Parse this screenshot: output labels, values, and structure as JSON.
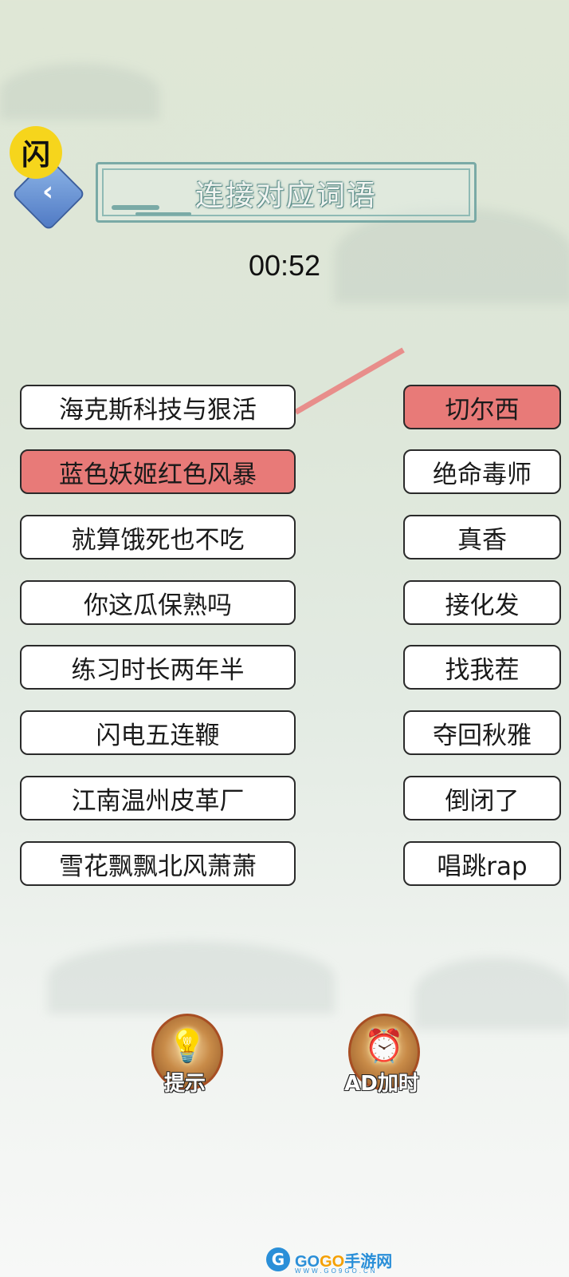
{
  "header": {
    "badge_glyph": "闪",
    "back_icon": "back-diamond-icon",
    "title": "连接对应词语"
  },
  "timer": "00:52",
  "colors": {
    "selected": "#e87a78",
    "link": "#e88e8b",
    "frame": "#7aaaa6"
  },
  "left_words": [
    {
      "label": "海克斯科技与狠活",
      "selected": false
    },
    {
      "label": "蓝色妖姬红色风暴",
      "selected": true
    },
    {
      "label": "就算饿死也不吃",
      "selected": false
    },
    {
      "label": "你这瓜保熟吗",
      "selected": false
    },
    {
      "label": "练习时长两年半",
      "selected": false
    },
    {
      "label": "闪电五连鞭",
      "selected": false
    },
    {
      "label": "江南温州皮革厂",
      "selected": false
    },
    {
      "label": "雪花飘飘北风萧萧",
      "selected": false
    }
  ],
  "right_words": [
    {
      "label": "切尔西",
      "selected": true
    },
    {
      "label": "绝命毒师",
      "selected": false
    },
    {
      "label": "真香",
      "selected": false
    },
    {
      "label": "接化发",
      "selected": false
    },
    {
      "label": "找我茬",
      "selected": false
    },
    {
      "label": "夺回秋雅",
      "selected": false
    },
    {
      "label": "倒闭了",
      "selected": false
    },
    {
      "label": "唱跳rap",
      "selected": false
    }
  ],
  "tools": {
    "hint": {
      "label": "提示",
      "icon": "lightbulb-icon",
      "glyph": "💡"
    },
    "add_time": {
      "label": "AD加时",
      "icon": "alarm-clock-icon",
      "glyph": "⏰"
    }
  },
  "watermark": {
    "icon_glyph": "G",
    "go1": "GO",
    "go2": "GO",
    "text": "手游网",
    "url": "WWW.GO9GO.CN"
  }
}
